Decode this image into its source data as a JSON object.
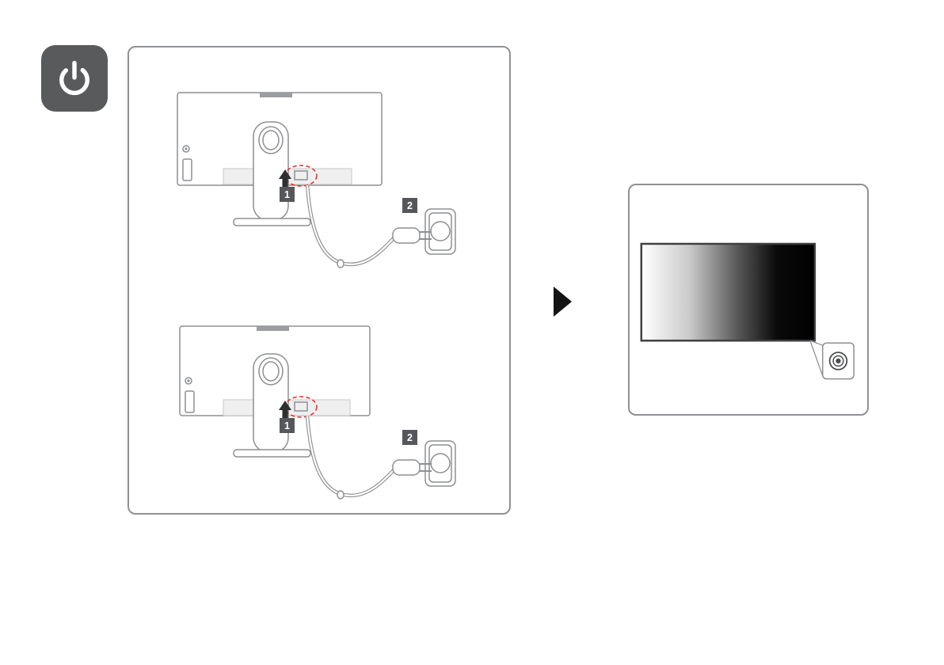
{
  "badges": {
    "step1": "1",
    "step2": "2"
  },
  "icons": {
    "power": "power-symbol",
    "next_arrow": "right-pointing-triangle",
    "insert_arrow": "up-arrow",
    "power_button": "joystick-button-circle"
  },
  "colors": {
    "icon_background": "#595a5c",
    "icon_foreground": "#ffffff",
    "panel_border": "#8f9194",
    "line_gray": "#8d8f92",
    "badge_background": "#55575a",
    "highlight_red": "#ee3124",
    "arrow_black": "#141414",
    "screen_gradient_left": "#ffffff",
    "screen_gradient_right": "#000000"
  }
}
